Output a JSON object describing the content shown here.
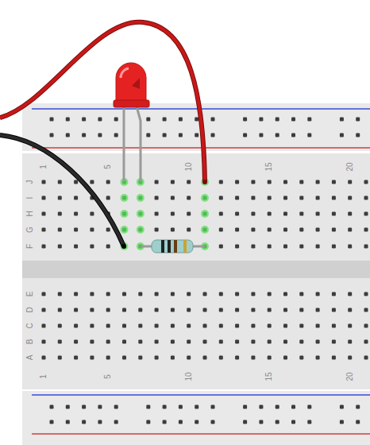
{
  "diagram": {
    "labels": [
      "1",
      "5",
      "10",
      "15",
      "20",
      "J",
      "I",
      "H",
      "G",
      "F",
      "E",
      "D",
      "C",
      "B",
      "A",
      "1",
      "5",
      "10",
      "15",
      "20"
    ]
  }
}
